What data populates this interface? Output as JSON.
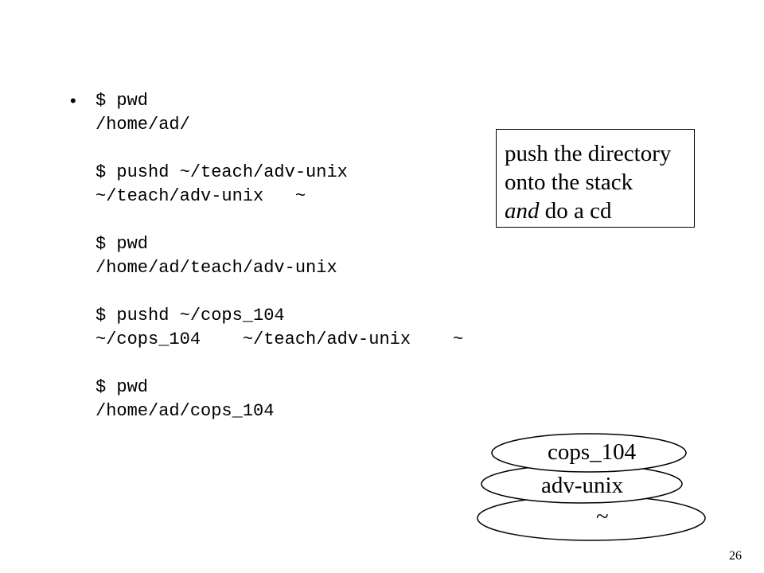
{
  "bullet": "•",
  "code_lines": [
    "$ pwd",
    "/home/ad/",
    "$ pushd ~/teach/adv-unix",
    "~/teach/adv-unix   ~",
    "$ pwd",
    "/home/ad/teach/adv-unix",
    "$ pushd ~/cops_104",
    "~/cops_104    ~/teach/adv-unix    ~",
    "$ pwd",
    "/home/ad/cops_104"
  ],
  "callout": {
    "line1": "push the directory",
    "line2": "onto the stack",
    "line3_italic": "and",
    "line3_rest": " do a cd"
  },
  "stack": {
    "top": "cops_104",
    "middle": "adv-unix",
    "bottom": "~"
  },
  "page_number": "26"
}
